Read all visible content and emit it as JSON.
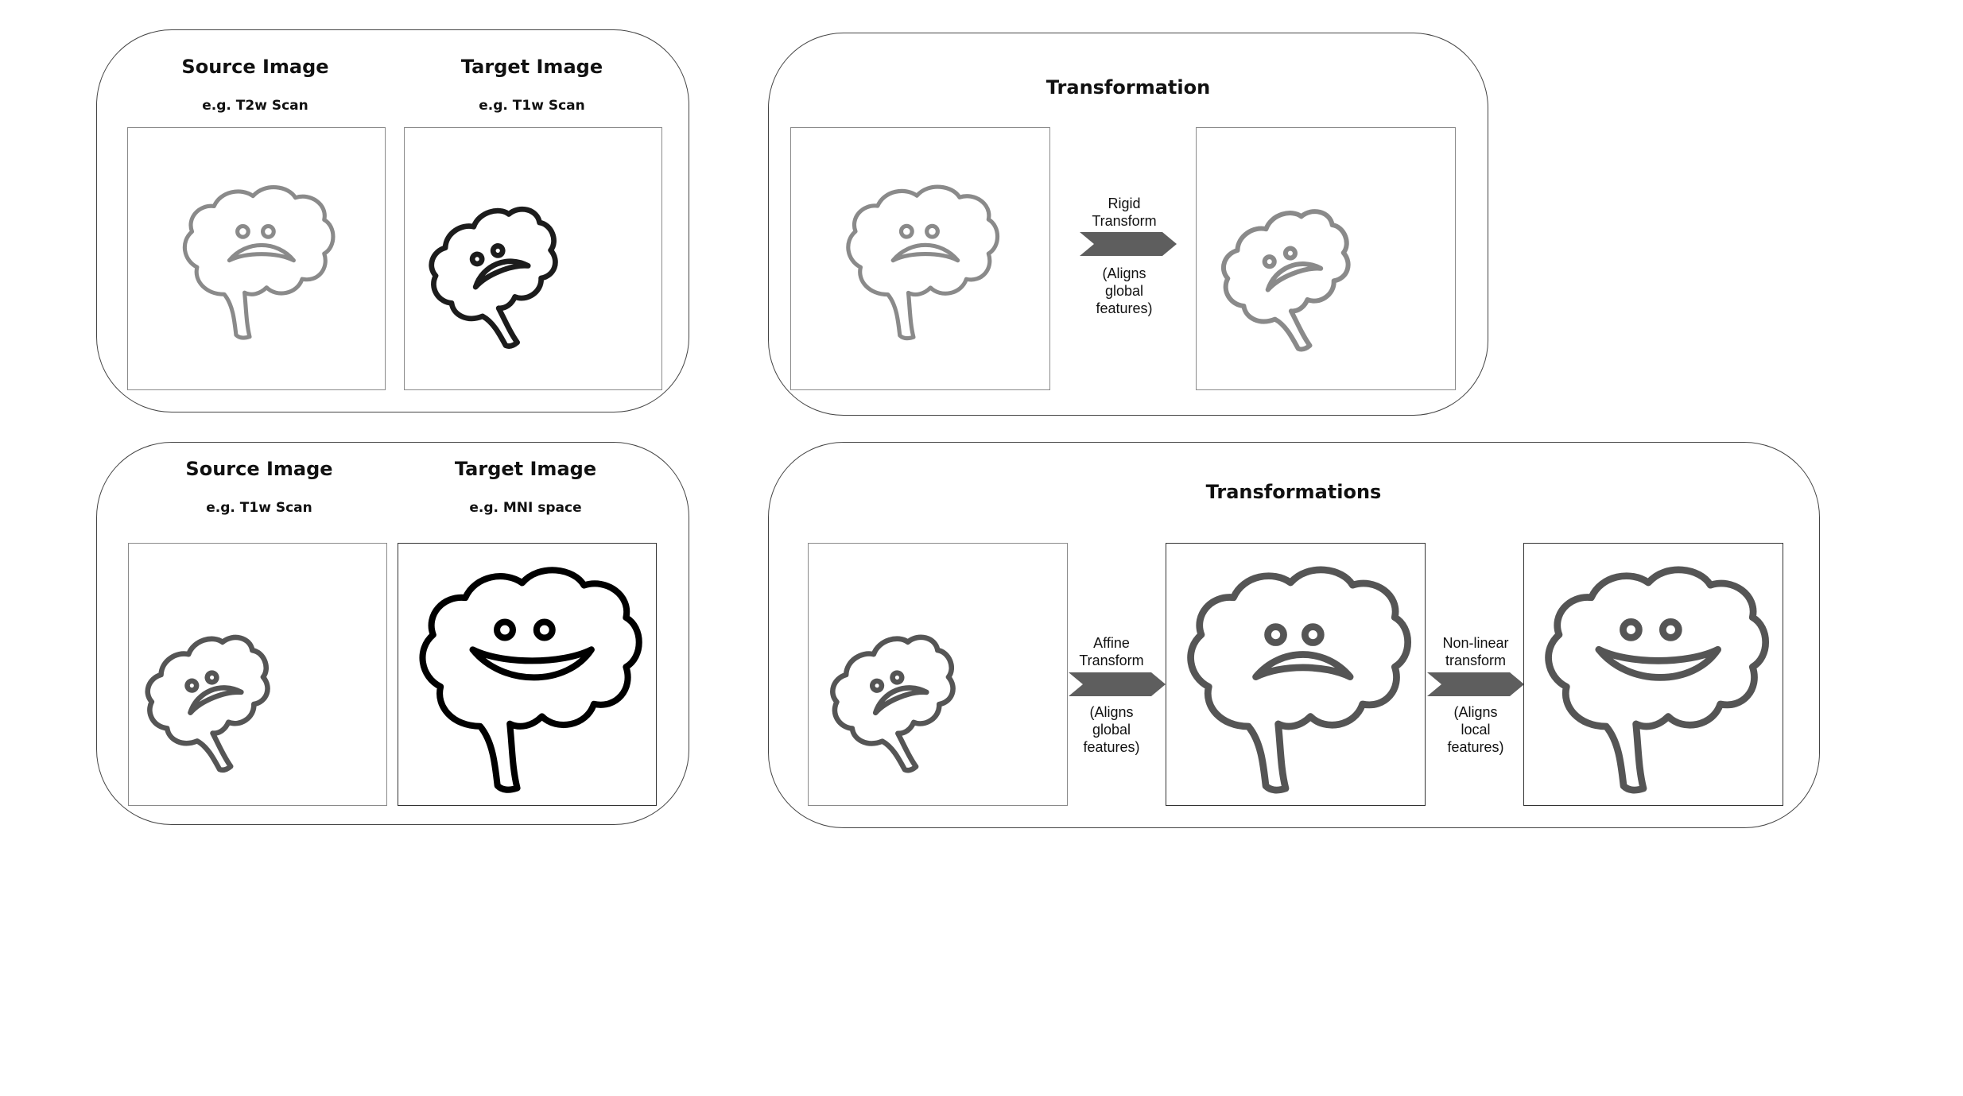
{
  "top_left": {
    "source_title": "Source Image",
    "source_sub": "e.g. T2w Scan",
    "target_title": "Target Image",
    "target_sub": "e.g. T1w Scan"
  },
  "top_right": {
    "title": "Transformation",
    "arrow_top": "Rigid\nTransform",
    "arrow_bottom": "(Aligns\nglobal\nfeatures)"
  },
  "bottom_left": {
    "source_title": "Source Image",
    "source_sub": "e.g. T1w Scan",
    "target_title": "Target Image",
    "target_sub": "e.g. MNI space"
  },
  "bottom_right": {
    "title": "Transformations",
    "arrow1_top": "Affine\nTransform",
    "arrow1_bottom": "(Aligns\nglobal\nfeatures)",
    "arrow2_top": "Non-linear\ntransform",
    "arrow2_bottom": "(Aligns\nlocal\nfeatures)"
  },
  "icons": [
    "sad-brain-icon",
    "happy-brain-icon",
    "chevron-arrow-icon"
  ],
  "colors": {
    "arrow": "#5e5e5e",
    "light_brain": "#8a8a8a",
    "mid_brain": "#555555",
    "dark_brain": "#000000"
  }
}
